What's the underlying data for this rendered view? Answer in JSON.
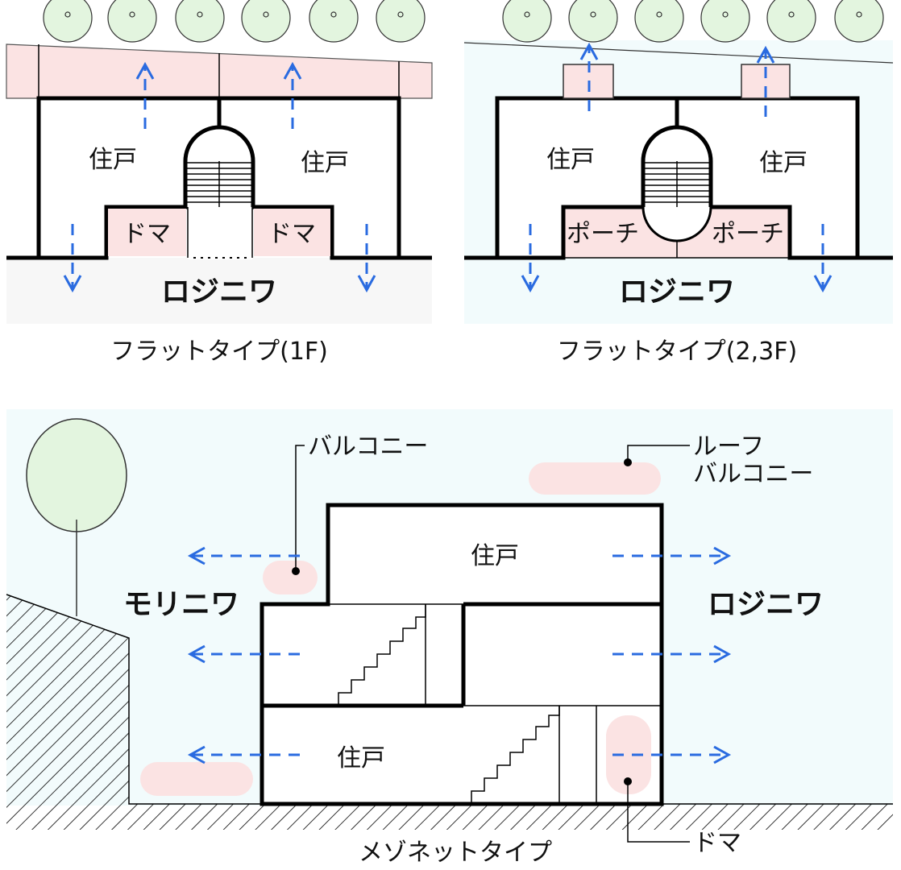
{
  "panels": {
    "flat_1f": {
      "caption": "フラットタイプ(1F)",
      "unit_left": "住戸",
      "unit_right": "住戸",
      "doma_left": "ドマ",
      "doma_right": "ドマ",
      "garden": "ロジニワ"
    },
    "flat_23f": {
      "caption": "フラットタイプ(2,3F)",
      "unit_left": "住戸",
      "unit_right": "住戸",
      "porch_left": "ポーチ",
      "porch_right": "ポーチ",
      "garden": "ロジニワ"
    },
    "maisonette": {
      "caption": "メゾネットタイプ",
      "unit_upper": "住戸",
      "unit_lower": "住戸",
      "balcony": "バルコニー",
      "roof_balcony_line1": "ルーフ",
      "roof_balcony_line2": "バルコニー",
      "doma": "ドマ",
      "garden_left": "モリニワ",
      "garden_right": "ロジニワ"
    }
  },
  "colors": {
    "pink": "#fbe3e3",
    "light_cyan": "#f2fbfc",
    "light_gray": "#f7f7f7",
    "tree_green": "#e3f5df",
    "arrow_blue": "#2a6be0"
  }
}
